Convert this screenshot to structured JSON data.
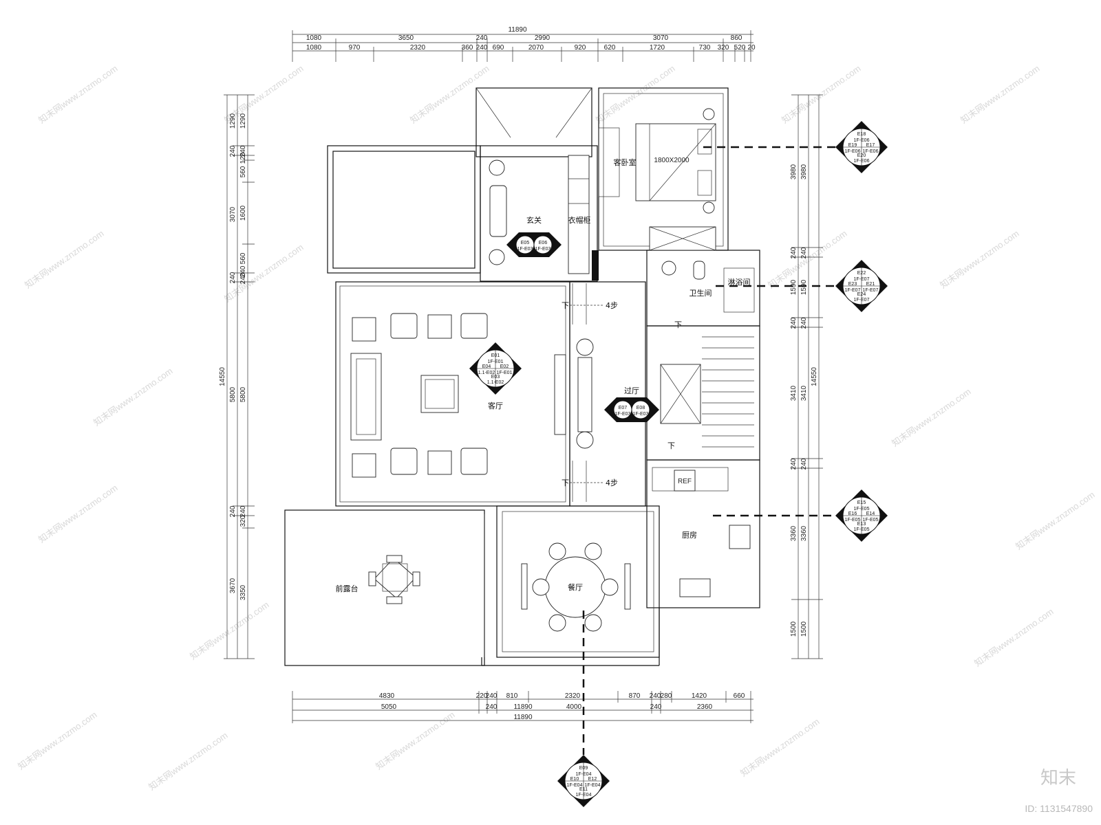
{
  "watermark": {
    "text": "知末网www.znzmo.com",
    "brand": "知末",
    "id": "ID: 1131547890"
  },
  "dims_top": {
    "total": "11890",
    "row1": [
      "1080",
      "3650",
      "240",
      "2990",
      "3070",
      "860"
    ],
    "row2": [
      "1080",
      "970",
      "2320",
      "360",
      "240",
      "690",
      "2070",
      "920",
      "620",
      "1720",
      "730",
      "320",
      "520",
      "20"
    ]
  },
  "dims_bottom": {
    "row1": [
      "4830",
      "220",
      "240",
      "810",
      "2320",
      "870",
      "240",
      "280",
      "1420",
      "660"
    ],
    "row2": [
      "5050",
      "240",
      "11890",
      "4000",
      "240",
      "2360"
    ],
    "total": "11890"
  },
  "dims_left": {
    "total": "14550",
    "outer": [
      "1290",
      "240",
      "3070",
      "240",
      "5800",
      "240",
      "3670"
    ],
    "inner": [
      "1290",
      "240",
      "120",
      "560",
      "1600",
      "560",
      "240",
      "240",
      "5800",
      "240",
      "320",
      "3350"
    ]
  },
  "dims_right": {
    "total": "14550",
    "outer": [
      "3980",
      "240",
      "1590",
      "240",
      "3410",
      "240",
      "3360",
      "1500"
    ],
    "inner": [
      "3980",
      "240",
      "1590",
      "240",
      "3410",
      "240",
      "3360",
      "1500"
    ]
  },
  "rooms": {
    "guest_bedroom": "客卧室",
    "bed_size": "1800X2000",
    "entrance": "玄关",
    "wardrobe": "衣帽柜",
    "bathroom": "卫生间",
    "shower": "淋浴间",
    "living": "客厅",
    "corridor": "过厅",
    "kitchen": "厨房",
    "refrigerator": "REF",
    "dining": "餐厅",
    "terrace": "前露台"
  },
  "stairs": {
    "down": "下",
    "steps": "4步"
  },
  "elevation_tags": {
    "bedroom": {
      "top": "E18",
      "left": "E19",
      "right": "E17",
      "bottom": "E20",
      "sheet_top": "1F-E06",
      "sheet_left": "1F-E06",
      "sheet_right": "1F-E06",
      "sheet_bottom": "1F-E06"
    },
    "bathroom": {
      "top": "E22",
      "left": "E23",
      "right": "E21",
      "bottom": "E24",
      "sheet_top": "1F-E07",
      "sheet_left": "1F-E07",
      "sheet_right": "1F-E07",
      "sheet_bottom": "1F-E07"
    },
    "kitchen": {
      "top": "E15",
      "left": "E16",
      "right": "E14",
      "bottom": "E13",
      "sheet_top": "1F-E05",
      "sheet_left": "1F-E05",
      "sheet_right": "1F-E05",
      "sheet_bottom": "1F-E05"
    },
    "living": {
      "top": "E01",
      "left": "E04",
      "right": "E02",
      "bottom": "E03",
      "sheet_top": "1F-E01",
      "sheet_left": "1.1-E02",
      "sheet_right": "1F-E01",
      "sheet_bottom": "1.1-E02"
    },
    "dining": {
      "top": "E09",
      "left": "E10",
      "right": "E12",
      "bottom": "E11",
      "sheet_top": "1F-E04",
      "sheet_left": "1F-E04",
      "sheet_right": "1F-E04",
      "sheet_bottom": "1F-E04"
    },
    "entrance": {
      "left": "E05",
      "right": "E06",
      "sheet_left": "1F-E03",
      "sheet_right": "1F-E03"
    },
    "corridor": {
      "left": "E07",
      "right": "E08",
      "sheet_left": "1F-E03",
      "sheet_right": "1F-E03"
    }
  }
}
